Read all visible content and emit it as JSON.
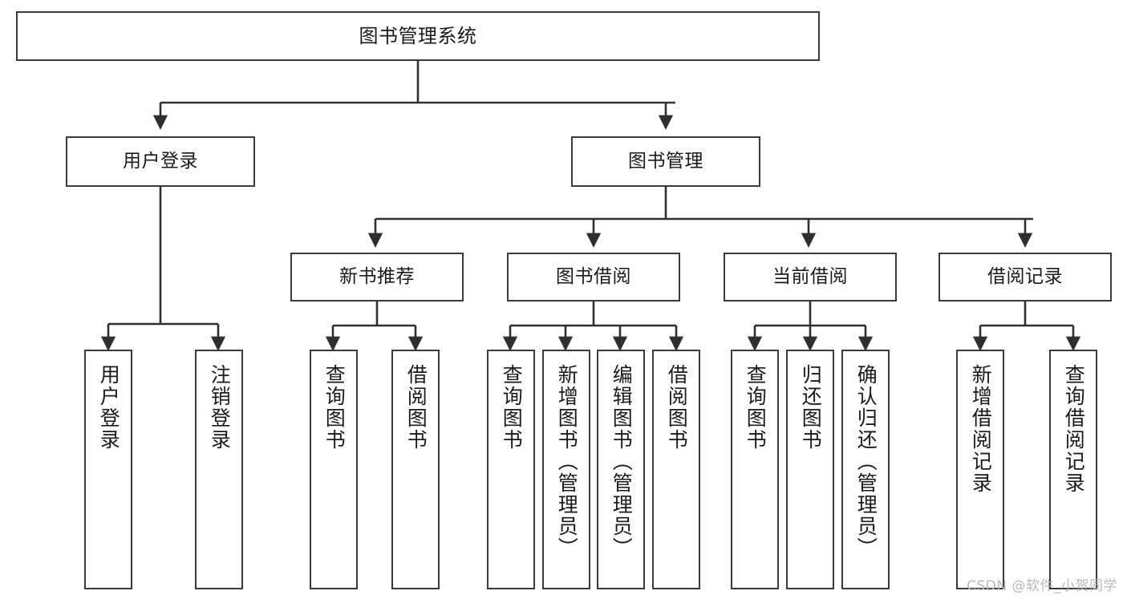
{
  "diagram": {
    "title": "图书管理系统",
    "type": "tree-hierarchy-chart",
    "watermark": "CSDN @软件_小贺同学",
    "colors": {
      "box_border": "#3a3a3a",
      "box_fill": "#ffffff",
      "text": "#1a1a1a",
      "edge": "#2f2f2f",
      "watermark": "#b9b9b9"
    },
    "nodes": {
      "root": {
        "label": "图书管理系统"
      },
      "level2": [
        {
          "id": "user-login",
          "label": "用户登录"
        },
        {
          "id": "book-management",
          "label": "图书管理"
        }
      ],
      "level3": [
        {
          "id": "new-book-recommend",
          "label": "新书推荐"
        },
        {
          "id": "book-borrow",
          "label": "图书借阅"
        },
        {
          "id": "current-borrow",
          "label": "当前借阅"
        },
        {
          "id": "borrow-record",
          "label": "借阅记录"
        }
      ],
      "leaves": {
        "user_login": [
          {
            "id": "leaf-user-login",
            "label": "用户登录"
          },
          {
            "id": "leaf-logout-login",
            "label": "注销登录"
          }
        ],
        "new_book_recommend": [
          {
            "id": "leaf-query-book-1",
            "label": "查询图书"
          },
          {
            "id": "leaf-borrow-book-1",
            "label": "借阅图书"
          }
        ],
        "book_borrow": [
          {
            "id": "leaf-query-book-2",
            "label": "查询图书"
          },
          {
            "id": "leaf-add-book",
            "label": "新增图书（管理员）"
          },
          {
            "id": "leaf-edit-book",
            "label": "编辑图书（管理员）"
          },
          {
            "id": "leaf-borrow-book-2",
            "label": "借阅图书"
          }
        ],
        "current_borrow": [
          {
            "id": "leaf-query-book-3",
            "label": "查询图书"
          },
          {
            "id": "leaf-return-book",
            "label": "归还图书"
          },
          {
            "id": "leaf-confirm-return",
            "label": "确认归还（管理员）"
          }
        ],
        "borrow_record": [
          {
            "id": "leaf-add-record",
            "label": "新增借阅记录"
          },
          {
            "id": "leaf-query-record",
            "label": "查询借阅记录"
          }
        ]
      }
    }
  }
}
